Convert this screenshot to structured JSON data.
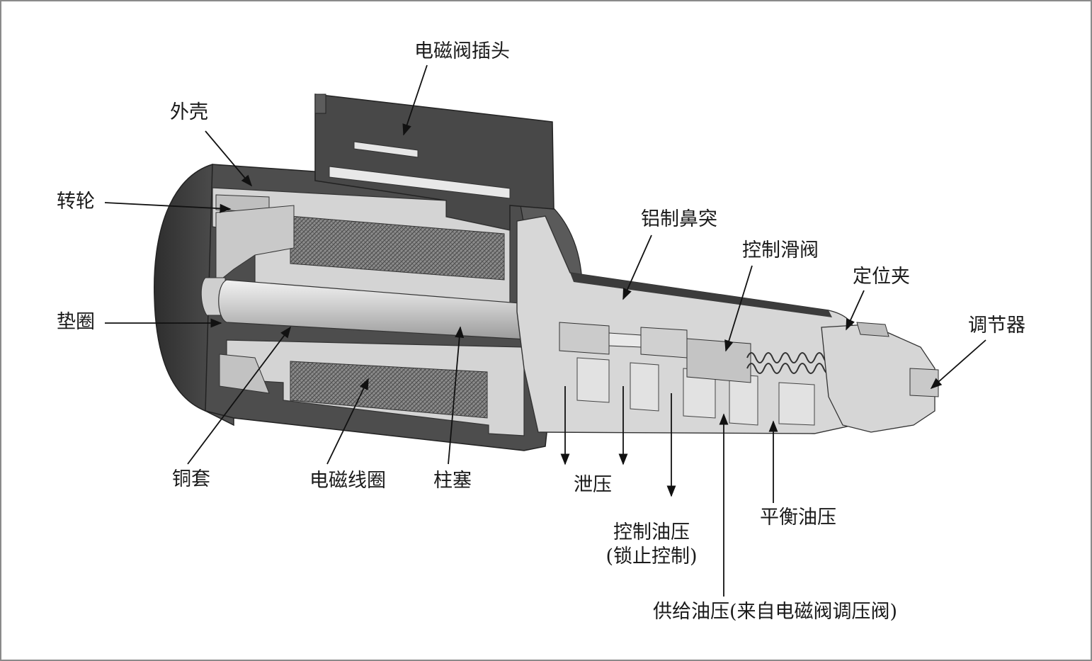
{
  "title": "",
  "colors": {
    "dark_body": "#4a4a4a",
    "light_part": "#d2d2d2",
    "mid_part": "#a6a6a6",
    "coil_hatch": "#6e6e6e",
    "line": "#111111",
    "frame_border": "#8a8a8a"
  },
  "labels": {
    "connector": "电磁阀插头",
    "housing": "外壳",
    "wheel": "转轮",
    "washer": "垫圈",
    "copper_sleeve": "铜套",
    "coil": "电磁线圈",
    "plunger": "柱塞",
    "aluminum_nose": "铝制鼻突",
    "control_spool": "控制滑阀",
    "retaining_clip": "定位夹",
    "adjuster": "调节器",
    "exhaust": "泄压",
    "control_pressure_line1": "控制油压",
    "control_pressure_line2": "(锁止控制)",
    "balance_pressure": "平衡油压",
    "supply_pressure": "供给油压(来自电磁阀调压阀)"
  }
}
